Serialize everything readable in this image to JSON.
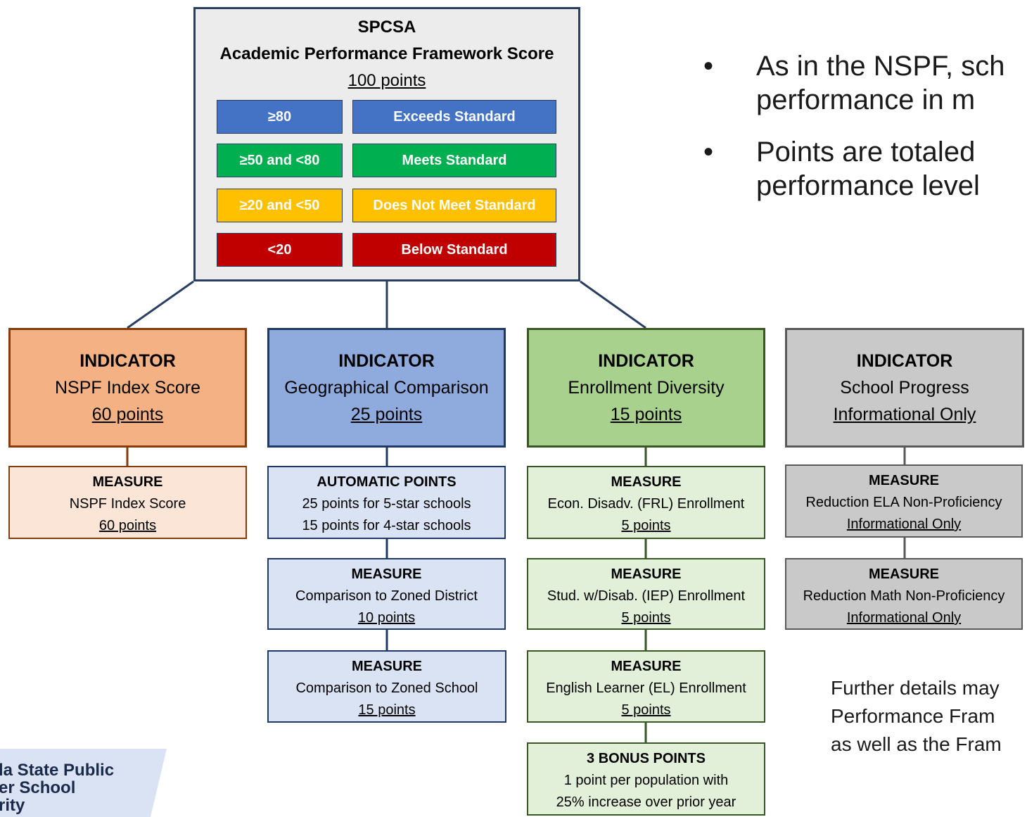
{
  "top": {
    "org": "SPCSA",
    "title": "Academic Performance Framework Score",
    "points": "100 points",
    "bands": [
      {
        "range": "≥80",
        "label": "Exceeds Standard",
        "color": "#4472c4"
      },
      {
        "range": "≥50 and <80",
        "label": "Meets Standard",
        "color": "#00b050"
      },
      {
        "range": "≥20 and <50",
        "label": "Does Not Meet Standard",
        "color": "#ffc000"
      },
      {
        "range": "<20",
        "label": "Below Standard",
        "color": "#c00000"
      }
    ]
  },
  "bullets": [
    {
      "line1": "As in the NSPF, sch",
      "line2": "performance in m"
    },
    {
      "line1": "Points are totaled",
      "line2": "performance level"
    }
  ],
  "indicators": [
    {
      "heading": "INDICATOR",
      "name": "NSPF Index Score",
      "points": "60 points",
      "measures": [
        {
          "heading": "MEASURE",
          "name": "NSPF Index Score",
          "points": "60 points"
        }
      ]
    },
    {
      "heading": "INDICATOR",
      "name": "Geographical Comparison",
      "points": "25 points",
      "measures": [
        {
          "heading": "AUTOMATIC POINTS",
          "line2": "25 points for 5-star schools",
          "line3": "15 points for 4-star schools"
        },
        {
          "heading": "MEASURE",
          "name": "Comparison to Zoned District",
          "points": "10 points"
        },
        {
          "heading": "MEASURE",
          "name": "Comparison to Zoned School",
          "points": "15 points"
        }
      ]
    },
    {
      "heading": "INDICATOR",
      "name": "Enrollment Diversity",
      "points": "15 points",
      "measures": [
        {
          "heading": "MEASURE",
          "name": "Econ. Disadv. (FRL) Enrollment",
          "points": "5 points"
        },
        {
          "heading": "MEASURE",
          "name": "Stud. w/Disab. (IEP) Enrollment",
          "points": "5 points"
        },
        {
          "heading": "MEASURE",
          "name": "English Learner (EL) Enrollment",
          "points": "5 points"
        },
        {
          "heading": "3 BONUS POINTS",
          "line2": "1 point per population with",
          "line3": "25% increase over prior year"
        }
      ]
    },
    {
      "heading": "INDICATOR",
      "name": "School Progress",
      "points": "Informational Only",
      "measures": [
        {
          "heading": "MEASURE",
          "name": "Reduction ELA Non-Proficiency",
          "points": "Informational Only"
        },
        {
          "heading": "MEASURE",
          "name": "Reduction Math Non-Proficiency",
          "points": "Informational Only"
        }
      ]
    }
  ],
  "note": {
    "line1": "Further details may",
    "line2": "Performance Fram",
    "line3": "as well as the Fram"
  },
  "logo": {
    "line1": "la State Public",
    "line2": "er School",
    "line3": "rity"
  }
}
